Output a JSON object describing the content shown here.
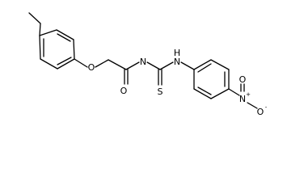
{
  "molecule": {
    "atom_labels": {
      "ether_oxygen": "O",
      "carbonyl_oxygen": "O",
      "amide_nitrogen": "N",
      "amine_nitrogen": "N",
      "amine_hydrogen": "H",
      "thione_sulfur": "S",
      "nitro_nitrogen": "N",
      "nitro_oxygen_top": "O",
      "nitro_oxygen_bottom": "O",
      "nitro_n_charge": "+",
      "nitro_o_charge": "-"
    },
    "colors": {
      "bond": "#000000",
      "background": "#ffffff"
    }
  }
}
